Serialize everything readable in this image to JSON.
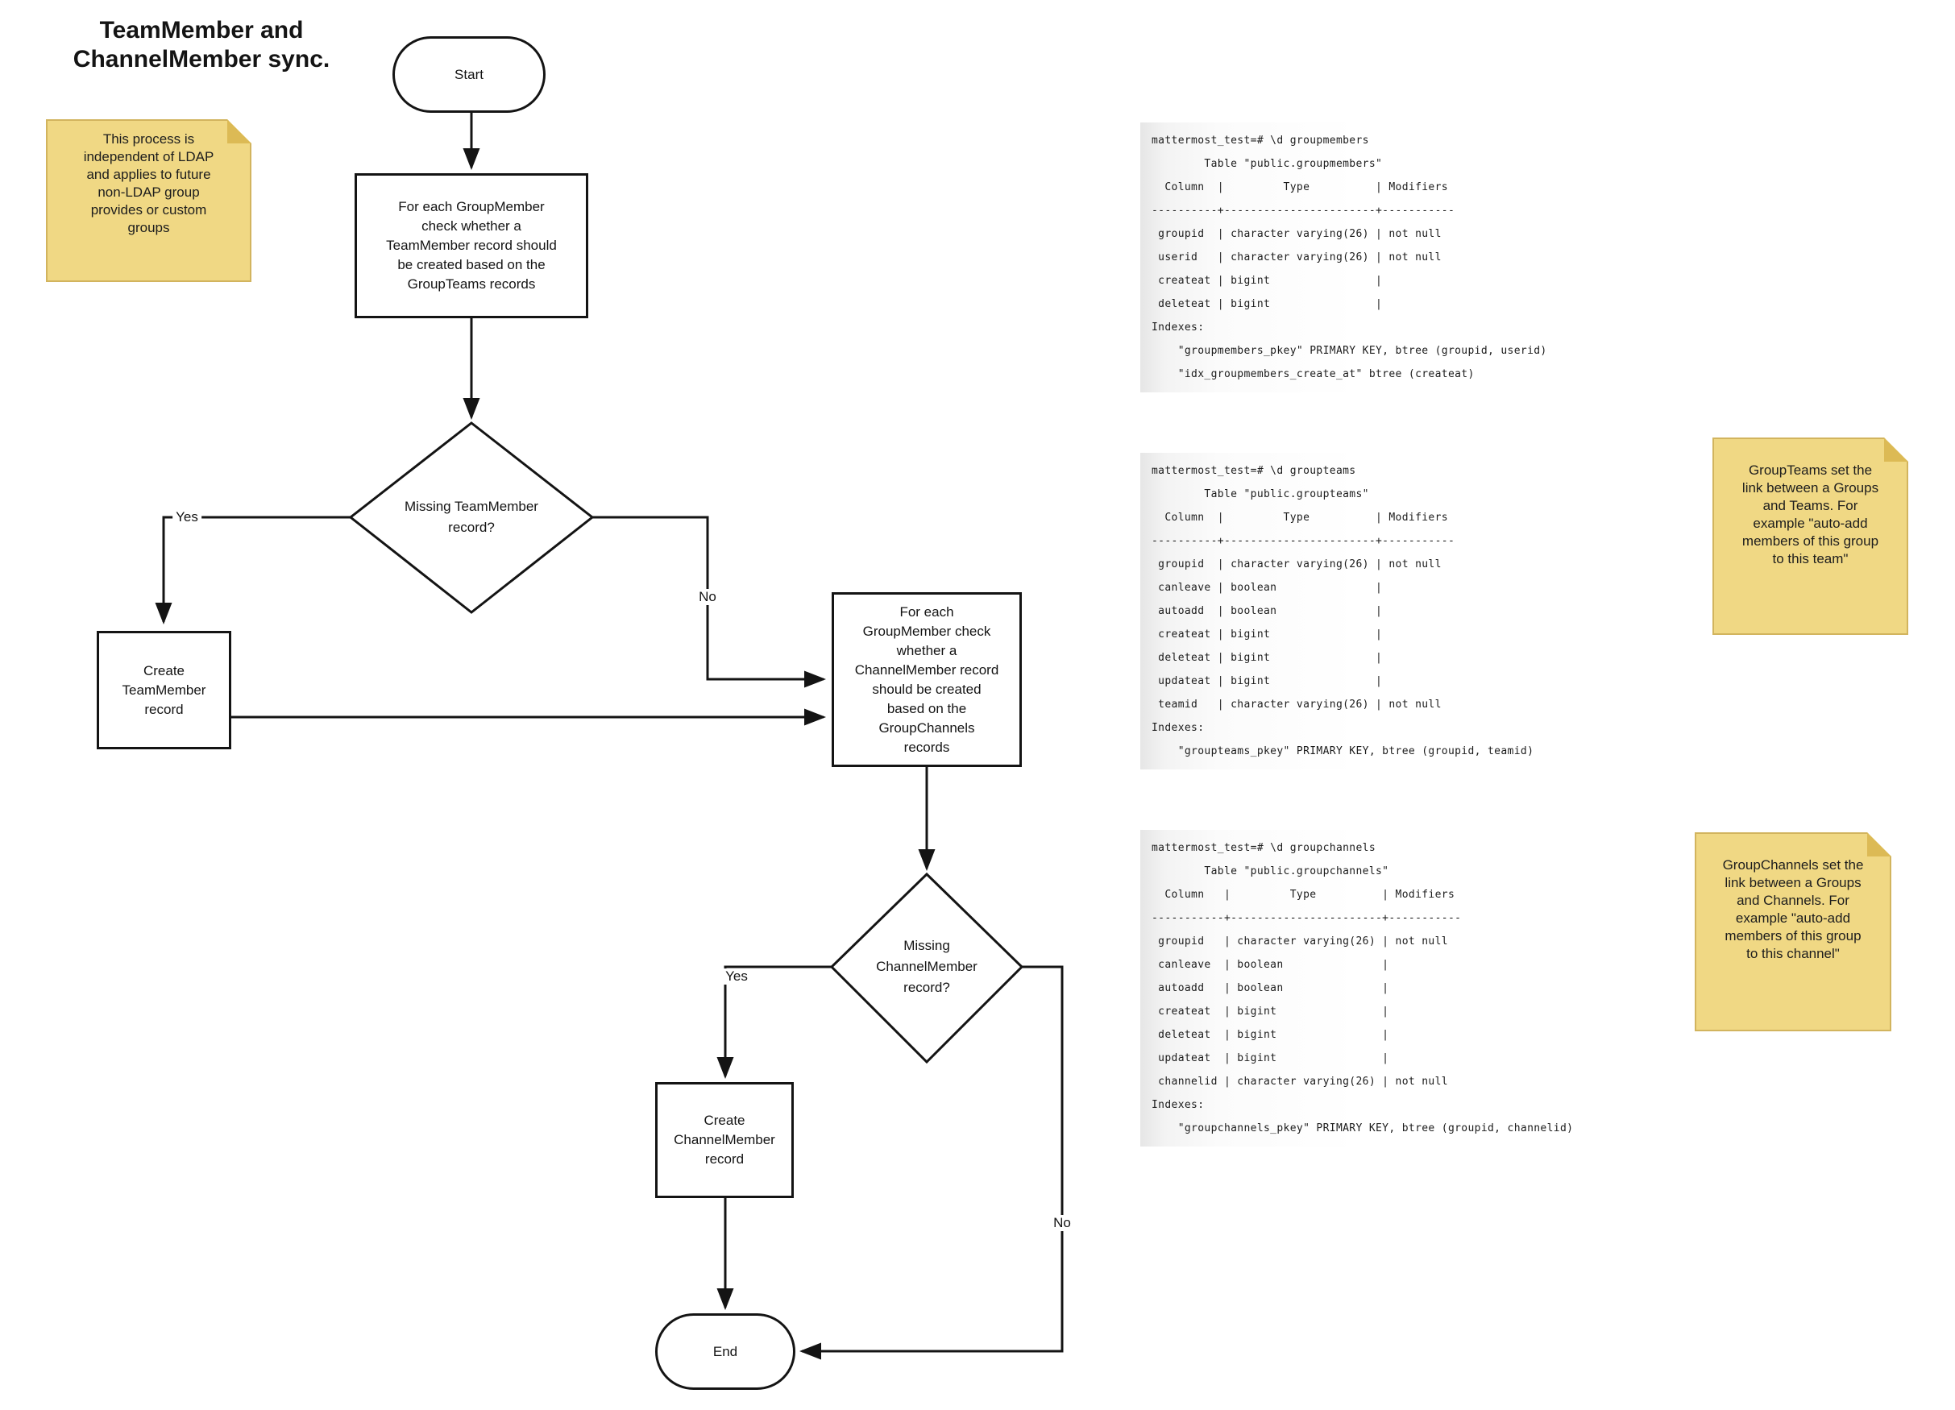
{
  "title": {
    "text": "TeamMember and\nChannelMember sync."
  },
  "flow": {
    "start": "Start",
    "process1": "For each GroupMember\ncheck whether a\nTeamMember record should\nbe created based on the\nGroupTeams records",
    "decision1": "Missing TeamMember\nrecord?",
    "yes1": "Yes",
    "no1": "No",
    "create_team": "Create\nTeamMember\nrecord",
    "process2": "For each\nGroupMember check\nwhether a\nChannelMember record\nshould be created\nbased on the\nGroupChannels\nrecords",
    "decision2": "Missing\nChannelMember\nrecord?",
    "yes2": "Yes",
    "no2": "No",
    "create_channel": "Create\nChannelMember\nrecord",
    "end": "End"
  },
  "notes": {
    "ldap": {
      "text": "This process is\nindependent of LDAP\nand applies to future\nnon-LDAP group\nprovides or custom\ngroups"
    },
    "groupteams": {
      "text": "GroupTeams set the\nlink between a Groups\nand Teams. For\nexample \"auto-add\nmembers of this group\nto this team\""
    },
    "groupchannels": {
      "text": "GroupChannels set the\nlink between a Groups\nand Channels. For\nexample \"auto-add\nmembers of this group\nto this channel\""
    }
  },
  "terminals": {
    "groupmembers": {
      "content": "mattermost_test=# \\d groupmembers\n        Table \"public.groupmembers\"\n  Column  |         Type          | Modifiers\n----------+-----------------------+-----------\n groupid  | character varying(26) | not null\n userid   | character varying(26) | not null\n createat | bigint                |\n deleteat | bigint                |\nIndexes:\n    \"groupmembers_pkey\" PRIMARY KEY, btree (groupid, userid)\n    \"idx_groupmembers_create_at\" btree (createat)"
    },
    "groupteams": {
      "content": "mattermost_test=# \\d groupteams\n        Table \"public.groupteams\"\n  Column  |         Type          | Modifiers\n----------+-----------------------+-----------\n groupid  | character varying(26) | not null\n canleave | boolean               |\n autoadd  | boolean               |\n createat | bigint                |\n deleteat | bigint                |\n updateat | bigint                |\n teamid   | character varying(26) | not null\nIndexes:\n    \"groupteams_pkey\" PRIMARY KEY, btree (groupid, teamid)"
    },
    "groupchannels": {
      "content": "mattermost_test=# \\d groupchannels\n        Table \"public.groupchannels\"\n  Column   |         Type          | Modifiers\n-----------+-----------------------+-----------\n groupid   | character varying(26) | not null\n canleave  | boolean               |\n autoadd   | boolean               |\n createat  | bigint                |\n deleteat  | bigint                |\n updateat  | bigint                |\n channelid | character varying(26) | not null\nIndexes:\n    \"groupchannels_pkey\" PRIMARY KEY, btree (groupid, channelid)"
    }
  },
  "colors": {
    "note_bg": "#f0d884",
    "note_fold": "#dcba55",
    "line": "#141414",
    "terminal_edge": "#e6e6e6"
  }
}
